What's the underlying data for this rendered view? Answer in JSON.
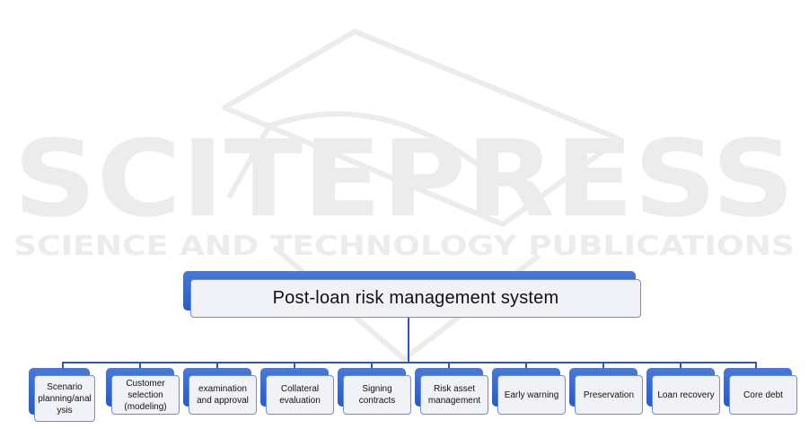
{
  "watermark": {
    "title": "SCITEPRESS",
    "subtitle": "SCIENCE AND TECHNOLOGY PUBLICATIONS"
  },
  "root": {
    "label": "Post-loan risk management system"
  },
  "children": [
    {
      "label": "Scenario planning/anal ysis"
    },
    {
      "label": "Customer selection (modeling)"
    },
    {
      "label": "examination and approval"
    },
    {
      "label": "Collateral evaluation"
    },
    {
      "label": "Signing contracts"
    },
    {
      "label": "Risk asset management"
    },
    {
      "label": "Early warning"
    },
    {
      "label": "Preservation"
    },
    {
      "label": "Loan recovery"
    },
    {
      "label": "Core debt"
    }
  ],
  "colors": {
    "accent": "#2d5bbb",
    "box_fill": "#f1f2f7",
    "connector": "#2c5aa8",
    "watermark": "#e8e8e8"
  }
}
